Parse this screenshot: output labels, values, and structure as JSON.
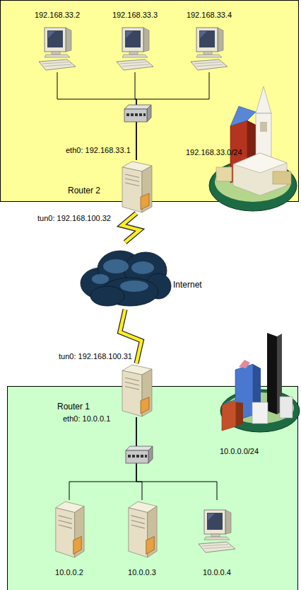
{
  "diagram": {
    "nodes": [
      {
        "text": [
          "192.168.33.0/24"
        ]
      },
      {
        "text": [
          "192.168.33.2"
        ],
        "in": 0
      },
      {
        "text": [
          "192.168.33.3"
        ],
        "in": 0
      },
      {
        "text": [
          "192.168.33.4"
        ],
        "in": 0
      },
      {
        "text": [
          "eth0: 192.168.33.1",
          "Router 2",
          "tun0: 192.168.100.32"
        ],
        "in": 0
      },
      {
        "text": [
          "Internet"
        ]
      },
      {
        "text": [
          "10.0.0.0/24"
        ]
      },
      {
        "text": [
          "tun0: 192.168.100.31",
          "Router 1",
          "eth0: 10.0.0.1"
        ],
        "in": 6
      },
      {
        "text": [
          "10.0.0.2"
        ],
        "in": 6
      },
      {
        "text": [
          "10.0.0.3"
        ],
        "in": 6
      },
      {
        "text": [
          "10.0.0.4"
        ],
        "in": 6
      }
    ],
    "edges": [
      {
        "from": 1,
        "to": 4,
        "arrow": "none"
      },
      {
        "from": 2,
        "to": 4,
        "arrow": "none"
      },
      {
        "from": 3,
        "to": 4,
        "arrow": "none"
      },
      {
        "from": 4,
        "to": 5,
        "arrow": "none"
      },
      {
        "from": 5,
        "to": 7,
        "arrow": "none"
      },
      {
        "from": 7,
        "to": 8,
        "arrow": "none"
      },
      {
        "from": 7,
        "to": 9,
        "arrow": "none"
      },
      {
        "from": 7,
        "to": 10,
        "arrow": "none"
      }
    ]
  }
}
